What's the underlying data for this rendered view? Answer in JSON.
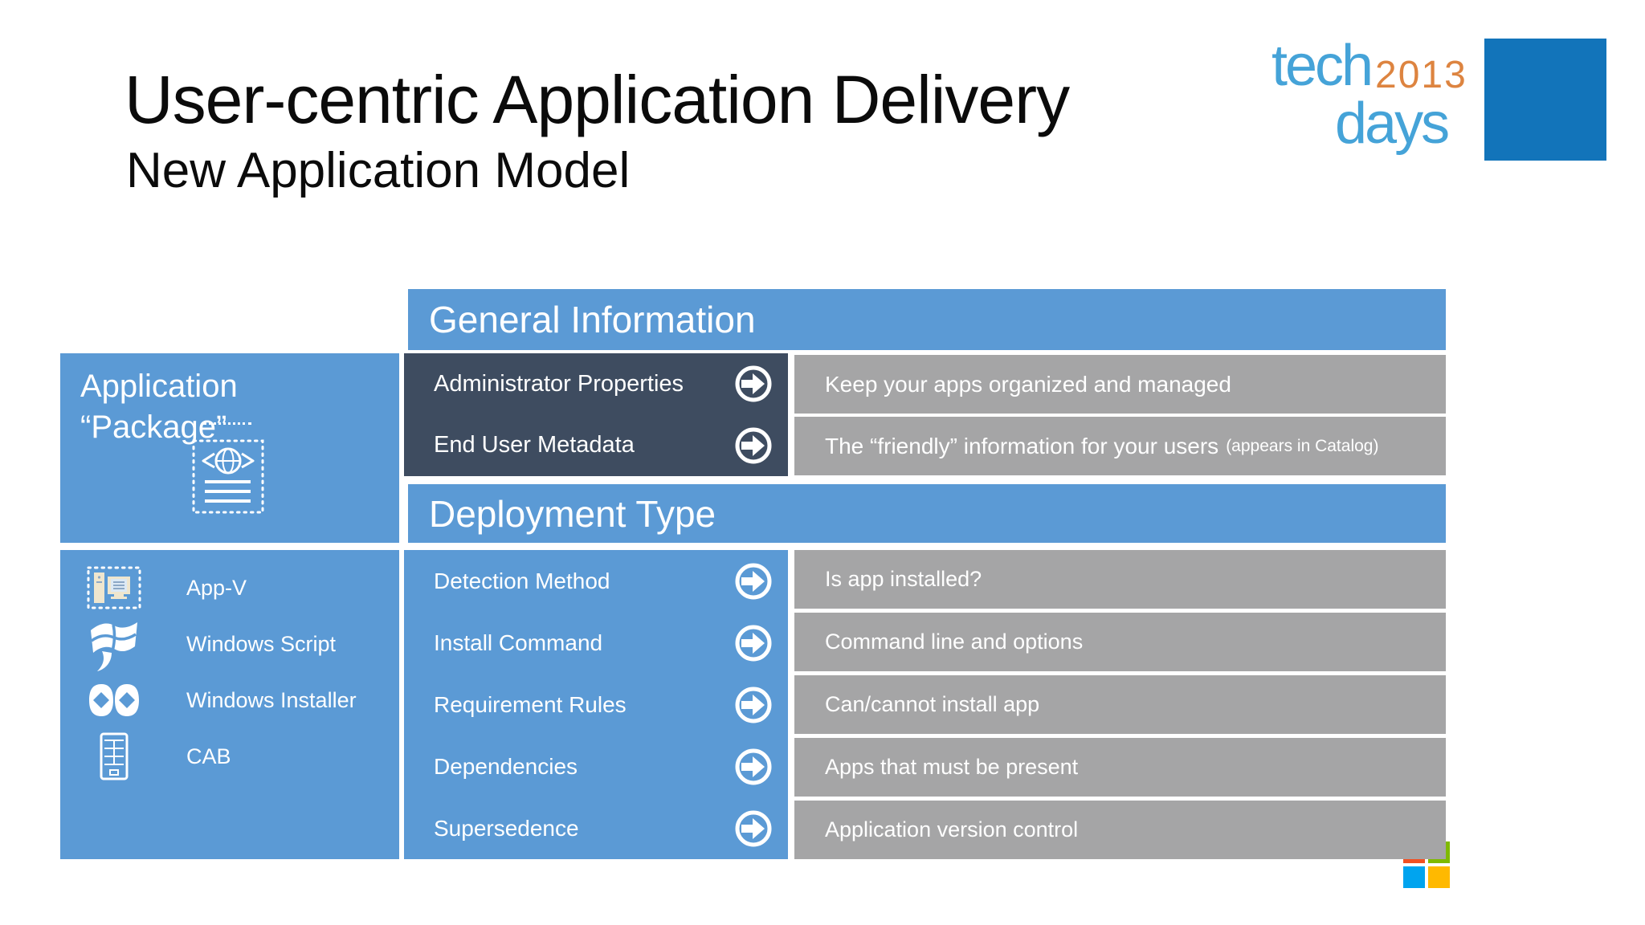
{
  "slide": {
    "title": "User-centric Application Delivery",
    "subtitle": "New Application Model"
  },
  "techdays_logo": {
    "word_top": "tech",
    "year": "2013",
    "word_bottom": "days",
    "text_blue": "#45A3D8",
    "year_orange": "#DD8440",
    "square_blue": "#1274BA"
  },
  "palette": {
    "accent_blue": "#5B9AD5",
    "dark_panel": "#3E4C60",
    "gray_panel": "#A5A5A6",
    "text_white": "#FFFFFF"
  },
  "package_box": {
    "line1": "Application",
    "line2": "“Package”"
  },
  "sections": {
    "general": {
      "header": "General Information",
      "rows": [
        {
          "label": "Administrator Properties",
          "desc": "Keep your apps organized and managed",
          "note": ""
        },
        {
          "label": "End User Metadata",
          "desc": "The “friendly” information for your users",
          "note": "(appears in Catalog)"
        }
      ]
    },
    "deployment": {
      "header": "Deployment Type",
      "rows": [
        {
          "label": "Detection Method",
          "desc": "Is app installed?"
        },
        {
          "label": "Install Command",
          "desc": "Command line and options"
        },
        {
          "label": "Requirement Rules",
          "desc": "Can/cannot install app"
        },
        {
          "label": "Dependencies",
          "desc": "Apps that must be present"
        },
        {
          "label": "Supersedence",
          "desc": "Application version control"
        }
      ]
    }
  },
  "package_types": [
    {
      "label": "App-V"
    },
    {
      "label": "Windows Script"
    },
    {
      "label": "Windows Installer"
    },
    {
      "label": "CAB"
    }
  ],
  "microsoft_logo": {
    "orange": "#F25022",
    "green": "#7FBA00",
    "blue": "#00A4EF",
    "yellow": "#FFB900"
  }
}
